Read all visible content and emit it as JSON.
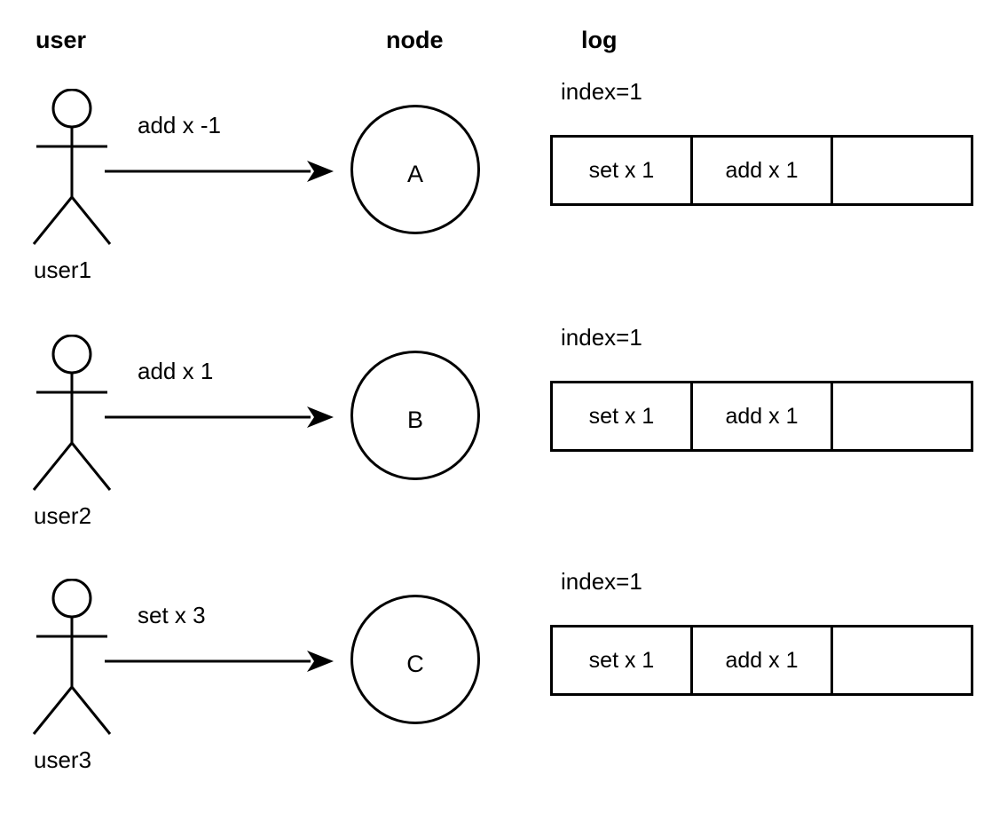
{
  "headers": {
    "user": "user",
    "node": "node",
    "log": "log"
  },
  "rows": [
    {
      "actor_name": "user1",
      "actor_icon": "stick-figure-icon",
      "arrow_icon": "arrow-right-icon",
      "command": "add x -1",
      "node_label": "A",
      "log_index": "index=1",
      "log_cells": [
        "set x 1",
        "add x 1",
        ""
      ]
    },
    {
      "actor_name": "user2",
      "actor_icon": "stick-figure-icon",
      "arrow_icon": "arrow-right-icon",
      "command": "add x 1",
      "node_label": "B",
      "log_index": "index=1",
      "log_cells": [
        "set x 1",
        "add x 1",
        ""
      ]
    },
    {
      "actor_name": "user3",
      "actor_icon": "stick-figure-icon",
      "arrow_icon": "arrow-right-icon",
      "command": "set x 3",
      "node_label": "C",
      "log_index": "index=1",
      "log_cells": [
        "set x 1",
        "add x 1",
        ""
      ]
    }
  ],
  "colors": {
    "stroke": "#000000",
    "background": "#ffffff",
    "text": "#000000"
  }
}
